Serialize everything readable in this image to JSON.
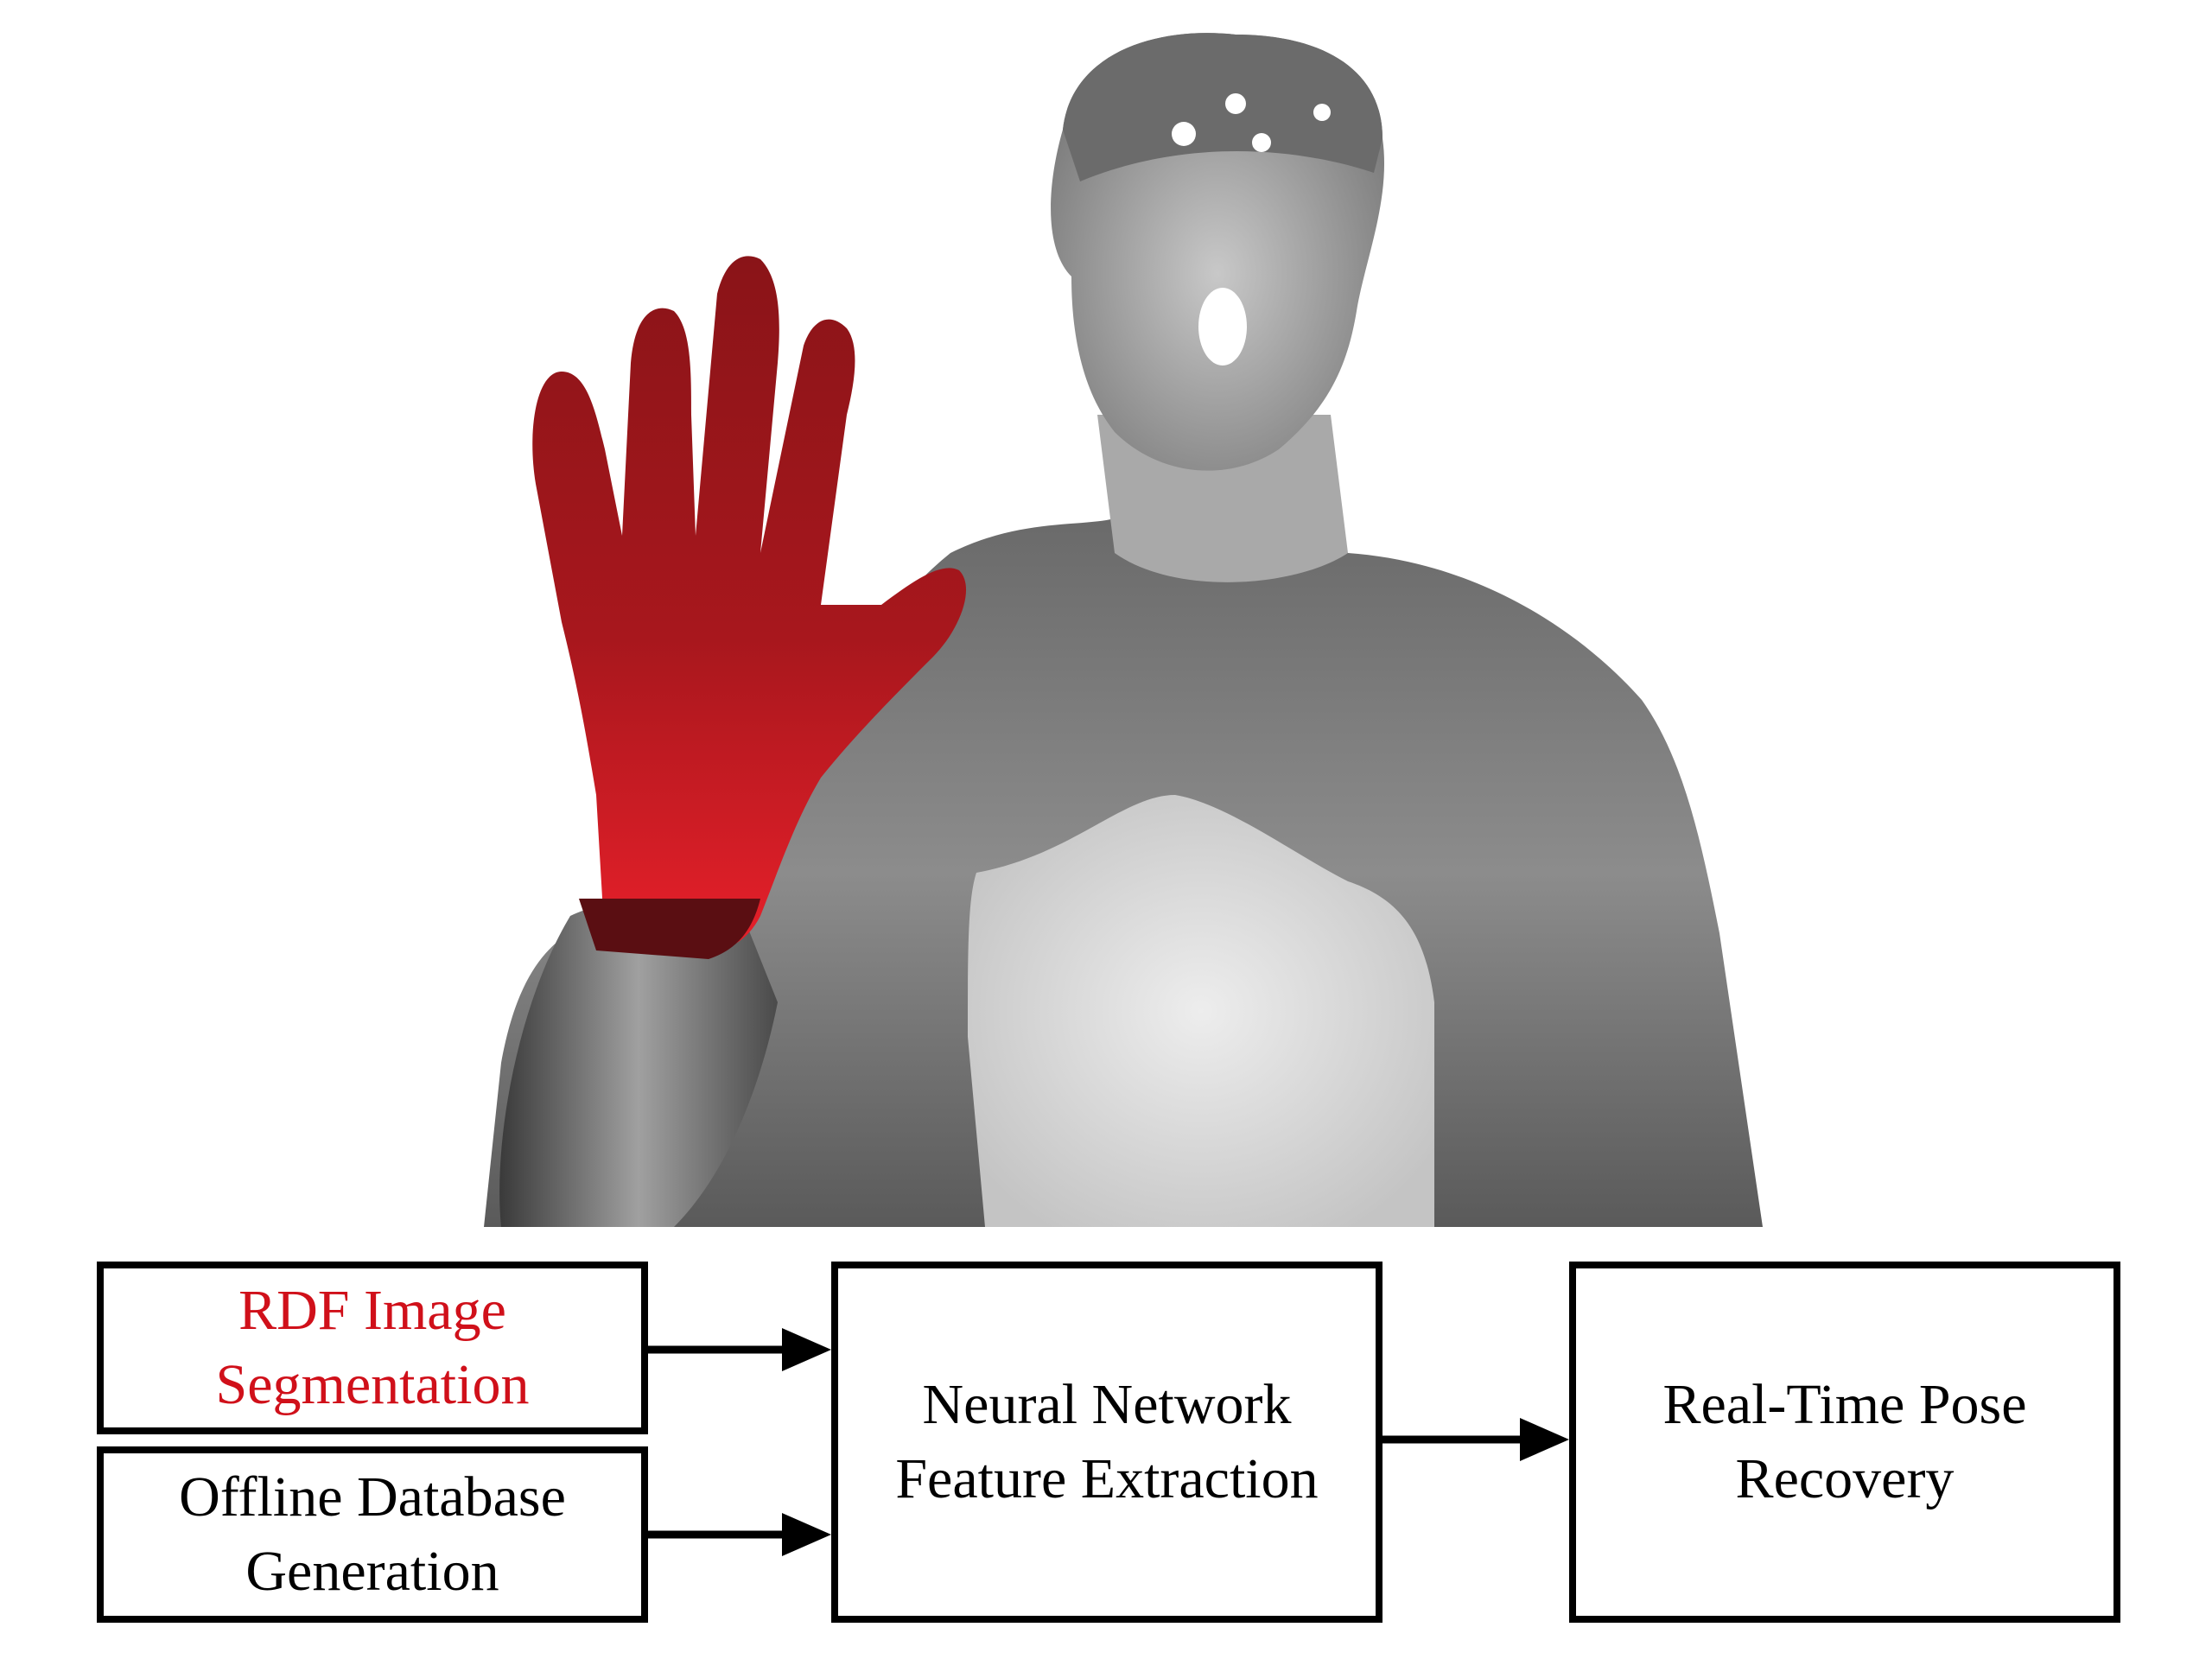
{
  "figure": {
    "description_icon": "depth-image-person-hand-segmented",
    "colors": {
      "hand": "#c01820",
      "depth_dark": "#2e2e2e",
      "depth_light": "#e6e6e6"
    }
  },
  "pipeline": {
    "rdf_box": {
      "line1": "RDF Image",
      "line2": "Segmentation",
      "color": "#d0101a"
    },
    "offline_box": {
      "line1": "Offline Database",
      "line2": "Generation"
    },
    "nn_box": {
      "line1": "Neural Network",
      "line2": "Feature Extraction"
    },
    "pose_box": {
      "line1": "Real-Time Pose",
      "line2": "Recovery"
    }
  }
}
